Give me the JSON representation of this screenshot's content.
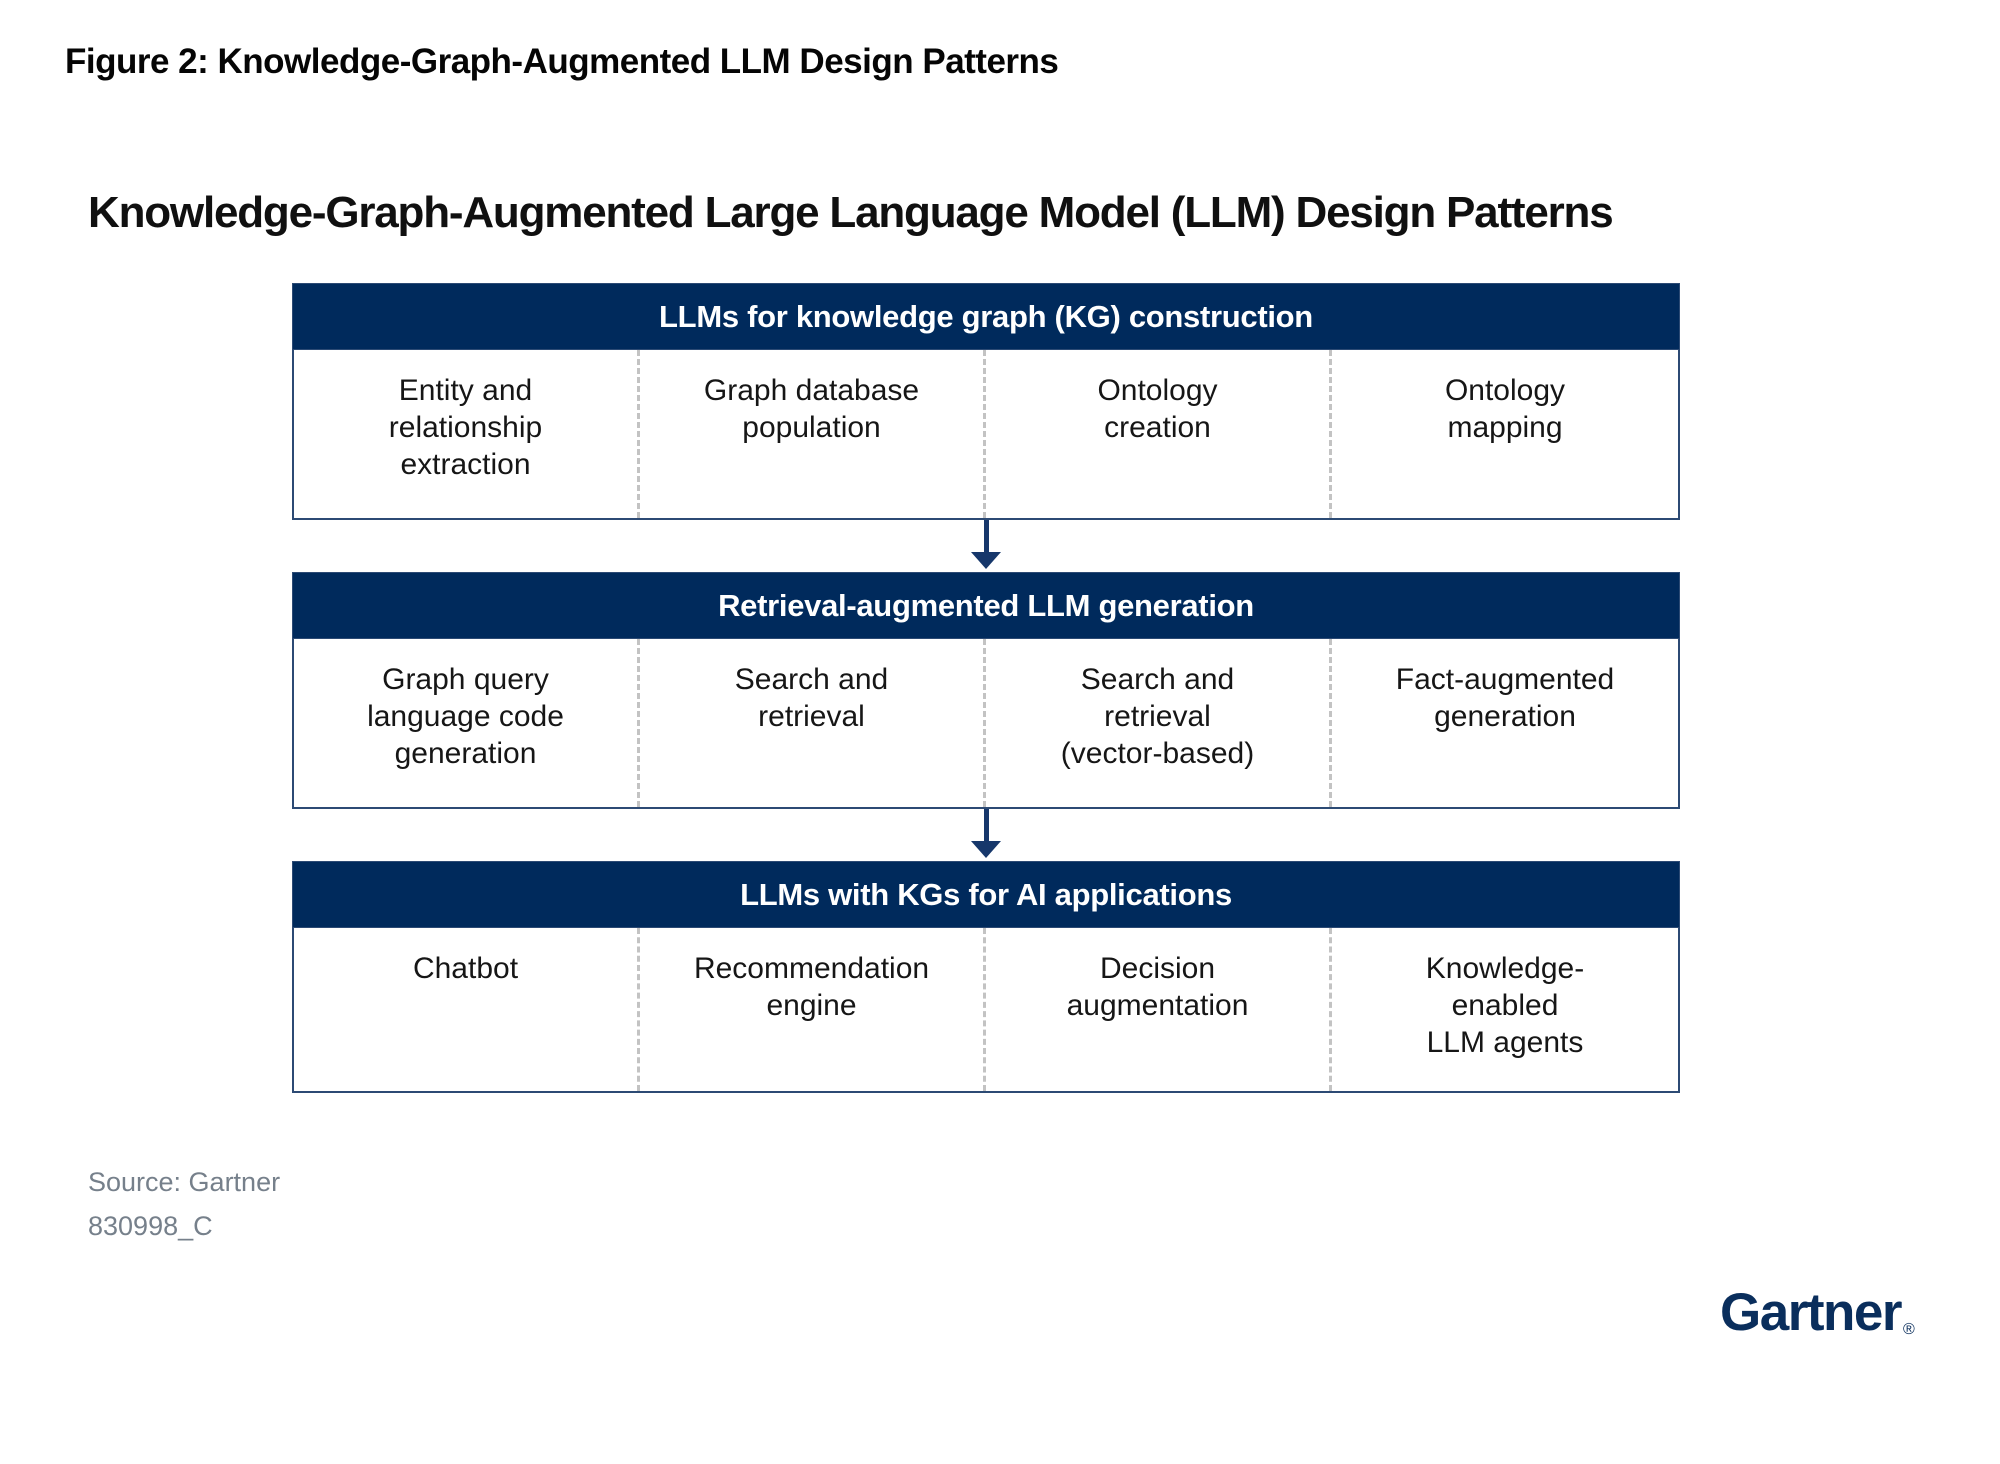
{
  "figure": {
    "caption": "Figure 2: Knowledge-Graph-Augmented LLM Design Patterns",
    "title": "Knowledge-Graph-Augmented Large Language Model (LLM) Design Patterns"
  },
  "diagram": {
    "sections": [
      {
        "header": "LLMs for knowledge graph (KG) construction",
        "cells": [
          "Entity and\nrelationship\nextraction",
          "Graph database\npopulation",
          "Ontology\ncreation",
          "Ontology\nmapping"
        ]
      },
      {
        "header": "Retrieval-augmented LLM generation",
        "cells": [
          "Graph query\nlanguage code\ngeneration",
          "Search and\nretrieval",
          "Search and\nretrieval\n(vector-based)",
          "Fact-augmented\ngeneration"
        ]
      },
      {
        "header": "LLMs with KGs for AI applications",
        "cells": [
          "Chatbot",
          "Recommendation\nengine",
          "Decision\naugmentation",
          "Knowledge-\nenabled\nLLM agents"
        ]
      }
    ],
    "arrow_icon": "down-arrow"
  },
  "footer": {
    "source": "Source: Gartner",
    "doc_id": "830998_C",
    "logo": "Gartner",
    "logo_reg": "®"
  },
  "colors": {
    "header_navy": "#002a5c",
    "border_navy": "#2c4a74",
    "arrow_navy": "#16376b",
    "divider_gray": "#c3c3c3",
    "source_gray": "#76808b",
    "logo_navy": "#0a2e5c"
  }
}
